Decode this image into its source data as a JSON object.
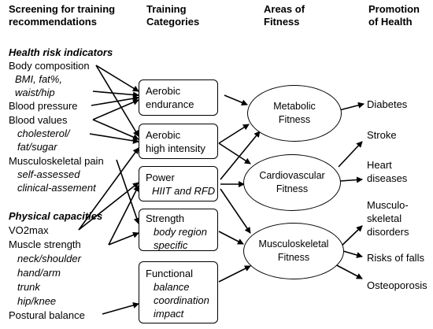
{
  "headers": {
    "screening": [
      "Screening for training",
      "recommendations"
    ],
    "training": [
      "Training",
      "Categories"
    ],
    "areas": [
      "Areas of",
      "Fitness"
    ],
    "promotion": [
      "Promotion",
      "of Health"
    ]
  },
  "screening": {
    "health_risk_title": "Health risk indicators",
    "body_composition": "Body composition",
    "body_composition_sub": [
      "BMI, fat%,",
      "waist/hip"
    ],
    "blood_pressure": "Blood pressure",
    "blood_values": "Blood values",
    "blood_values_sub": [
      "cholesterol/",
      "fat/sugar"
    ],
    "msk_pain": "Musculoskeletal pain",
    "msk_pain_sub": [
      "self-assessed",
      "clinical-assement"
    ],
    "physical_title": "Physical capacities",
    "vo2max": "VO2max",
    "muscle_strength": "Muscle strength",
    "muscle_strength_sub": [
      "neck/shoulder",
      "hand/arm",
      "trunk",
      "hip/knee"
    ],
    "postural_balance": "Postural balance"
  },
  "training": {
    "aerobic_endurance": [
      "Aerobic",
      "endurance"
    ],
    "aerobic_high": [
      "Aerobic",
      "high intensity"
    ],
    "power": "Power",
    "power_sub": "HIIT and RFD",
    "strength": "Strength",
    "strength_sub": [
      "body region",
      "specific"
    ],
    "functional": "Functional",
    "functional_sub": [
      "balance",
      "coordination",
      "impact"
    ]
  },
  "fitness": {
    "metabolic": [
      "Metabolic",
      "Fitness"
    ],
    "cardiovascular": [
      "Cardiovascular",
      "Fitness"
    ],
    "musculoskeletal": [
      "Musculoskeletal",
      "Fitness"
    ]
  },
  "health": {
    "diabetes": "Diabetes",
    "stroke": "Stroke",
    "heart": [
      "Heart",
      "diseases"
    ],
    "msk_disorders": [
      "Musculo-",
      "skeletal",
      "disorders"
    ],
    "falls": "Risks of falls",
    "osteoporosis": "Osteoporosis"
  }
}
